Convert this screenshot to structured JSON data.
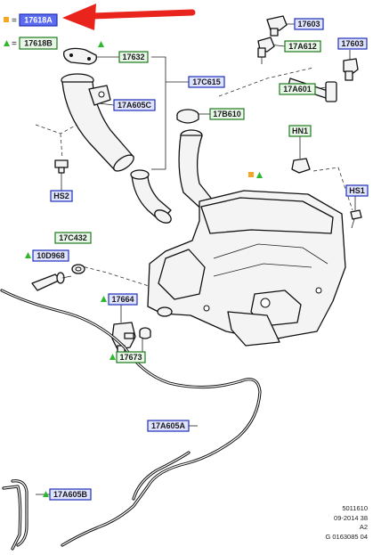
{
  "legend": {
    "square_symbol_color": "#f5a623",
    "triangle_symbol_color": "#2eb82e",
    "equals": "=",
    "square_part": "17618A",
    "triangle_part": "17618B"
  },
  "labels": {
    "p17632": "17632",
    "p17C615": "17C615",
    "p17A605C": "17A605C",
    "p17B610": "17B610",
    "p17603a": "17603",
    "p17603b": "17603",
    "p17A612": "17A612",
    "p17A601": "17A601",
    "HN1": "HN1",
    "HS1": "HS1",
    "HS2": "HS2",
    "p17C432": "17C432",
    "p10D968": "10D968",
    "p17664": "17664",
    "p17673": "17673",
    "p17A605A": "17A605A",
    "p17A605B": "17A605B"
  },
  "footer": {
    "line1": "5011610",
    "line2": "09-2014 38",
    "line3": "A2",
    "line4": "G 0163085 04"
  },
  "colors": {
    "callout_arrow": "#e8241c",
    "blue_label_border": "#1f2fb8",
    "green_label_border": "#1d7a1d"
  }
}
